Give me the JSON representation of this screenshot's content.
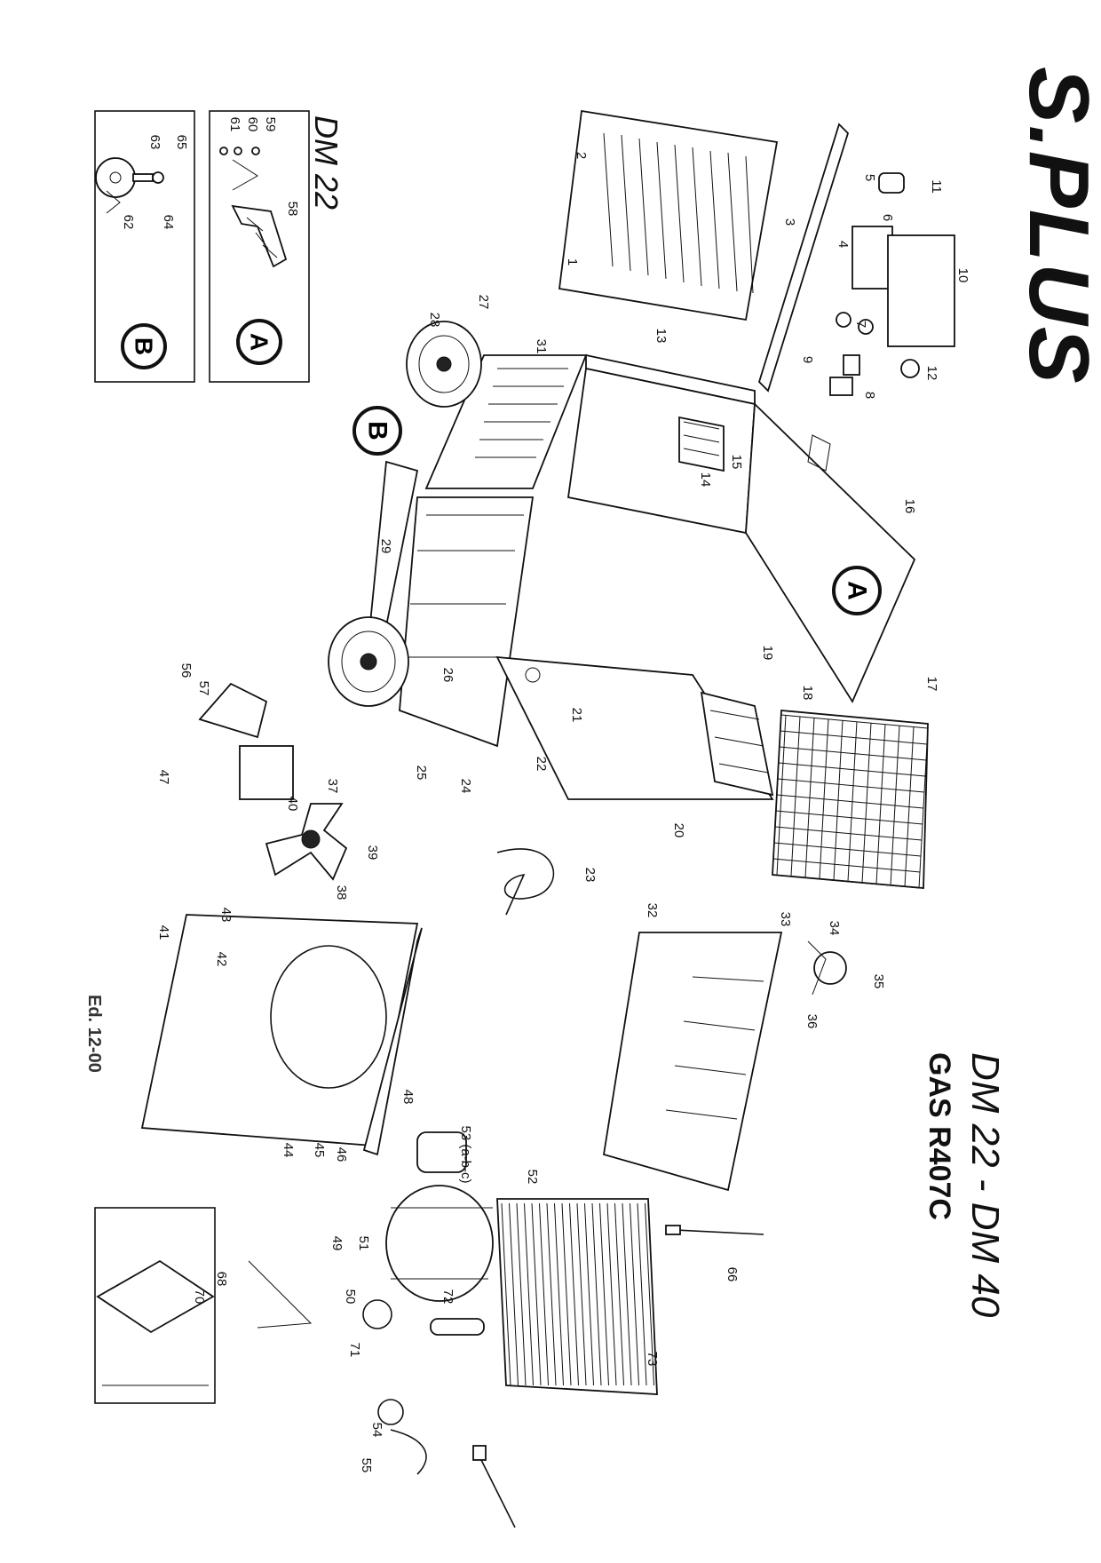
{
  "brand": {
    "logo_text": "S.PLUS"
  },
  "header": {
    "model_line": "DM 22 - DM 40",
    "gas_line": "GAS R407C",
    "edition": "Ed. 12-00"
  },
  "insets": {
    "model_label": "DM 22",
    "panel_a": {
      "badge": "A",
      "labels": [
        "58",
        "59",
        "60",
        "61"
      ]
    },
    "panel_b": {
      "badge": "B",
      "labels": [
        "62",
        "63",
        "64",
        "65"
      ]
    }
  },
  "callouts": {
    "body_a": "A",
    "body_b": "B"
  },
  "part_numbers": [
    "1",
    "2",
    "3",
    "4",
    "5",
    "6",
    "7",
    "8",
    "9",
    "10",
    "11",
    "12",
    "13",
    "14",
    "15",
    "16",
    "17",
    "18",
    "19",
    "20",
    "21",
    "22",
    "23",
    "24",
    "25",
    "26",
    "27",
    "28",
    "29",
    "31",
    "32",
    "33",
    "34",
    "35",
    "36",
    "37",
    "38",
    "39",
    "40",
    "41",
    "42",
    "43",
    "44",
    "45",
    "46",
    "47",
    "48",
    "49",
    "50",
    "51",
    "52",
    "53 (a-b-c)",
    "54",
    "55",
    "56",
    "57",
    "66",
    "68",
    "70",
    "71",
    "72",
    "73"
  ],
  "icons": {
    "badge": "circle-letter",
    "logo": "splus-logo"
  }
}
